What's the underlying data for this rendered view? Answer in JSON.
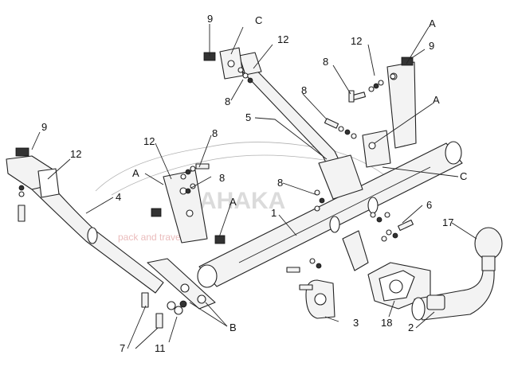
{
  "diagram": {
    "watermark": {
      "brand": "AHAKA",
      "tagline": "pack and travel"
    },
    "callouts": {
      "c1": "1",
      "c2": "2",
      "c3": "3",
      "c4": "4",
      "c5": "5",
      "c6": "6",
      "c7": "7",
      "c8a": "8",
      "c8b": "8",
      "c8c": "8",
      "c8d": "8",
      "c8e": "8",
      "c8f": "8",
      "c9a": "9",
      "c9b": "9",
      "c9c": "9",
      "c11": "11",
      "c12a": "12",
      "c12b": "12",
      "c12c": "12",
      "c12d": "12",
      "c17": "17",
      "c18": "18",
      "cA1": "A",
      "cA2": "A",
      "cA3": "A",
      "cA4": "A",
      "cB": "B",
      "cC1": "C",
      "cC2": "C"
    }
  }
}
